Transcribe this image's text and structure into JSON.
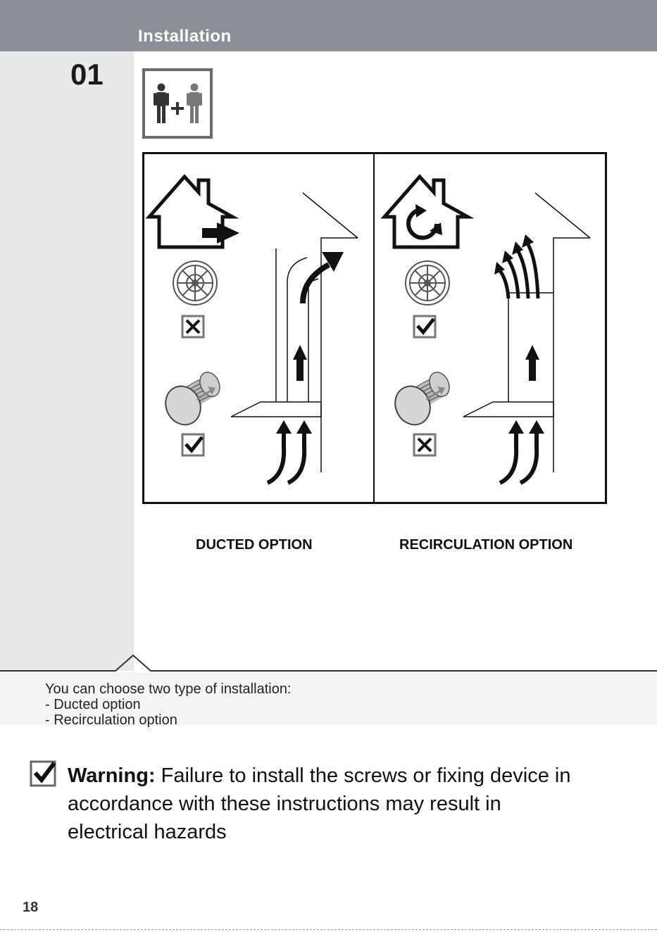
{
  "header": {
    "title": "Installation"
  },
  "step": {
    "number": "01"
  },
  "icons": {
    "people": "two-person-install-icon",
    "ducted_house": "house-exhaust-icon",
    "recirc_house": "house-recirculation-icon",
    "grease_filter": "grease-filter-icon",
    "carbon_filter": "carbon-filter-icon",
    "warning": "checkbox-check-icon"
  },
  "options": {
    "ducted": {
      "label": "DUCTED OPTION",
      "grease_filter_status": "cross",
      "carbon_filter_status": "check"
    },
    "recirculation": {
      "label": "RECIRCULATION OPTION",
      "grease_filter_status": "check",
      "carbon_filter_status": "cross"
    }
  },
  "info": {
    "line1": "You can choose two type of installation:",
    "line2": "- Ducted option",
    "line3": "- Recirculation option"
  },
  "warning": {
    "label": "Warning:",
    "text": " Failure to install the screws or fixing device in accordance with these instructions may result in electrical hazards"
  },
  "footer": {
    "page_number": "18"
  },
  "colors": {
    "header_bg": "#8a8f98",
    "side_panel": "#e8e8e8",
    "info_bg": "#f6f5f3"
  }
}
